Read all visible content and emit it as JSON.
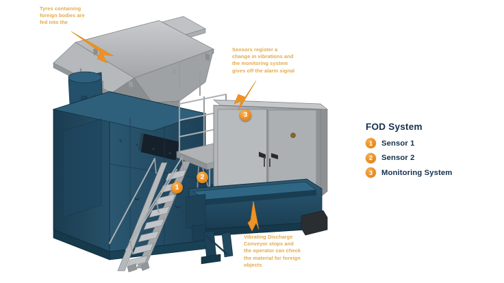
{
  "colors": {
    "background": "#ffffff",
    "machine_body": "#1e4258",
    "machine_body_light": "#2d5a75",
    "machine_body_dark": "#15303f",
    "metal_gray": "#a8aaac",
    "metal_gray_light": "#c5c7c9",
    "metal_gray_dark": "#85888b",
    "accent_orange": "#EE9127",
    "callout_text": "#E0A23C",
    "legend_text": "#13304a"
  },
  "callouts": {
    "top": "Tyres containing\nforeign bodies are\nfed into the",
    "middle": "Sensors register a\nchange in vibrations and\nthe monitoring system\ngives off the alarm signal",
    "bottom": "Vibrating Discharge\nConveyor stops and\nthe operator can check\nthe material for foreign\nobjects"
  },
  "markers": [
    {
      "number": "1",
      "refers_to": "Sensor 1"
    },
    {
      "number": "2",
      "refers_to": "Sensor 2"
    },
    {
      "number": "3",
      "refers_to": "Monitoring System"
    }
  ],
  "legend": {
    "title": "FOD System",
    "items": [
      {
        "number": "1",
        "label": "Sensor 1"
      },
      {
        "number": "2",
        "label": "Sensor 2"
      },
      {
        "number": "3",
        "label": "Monitoring System"
      }
    ]
  }
}
